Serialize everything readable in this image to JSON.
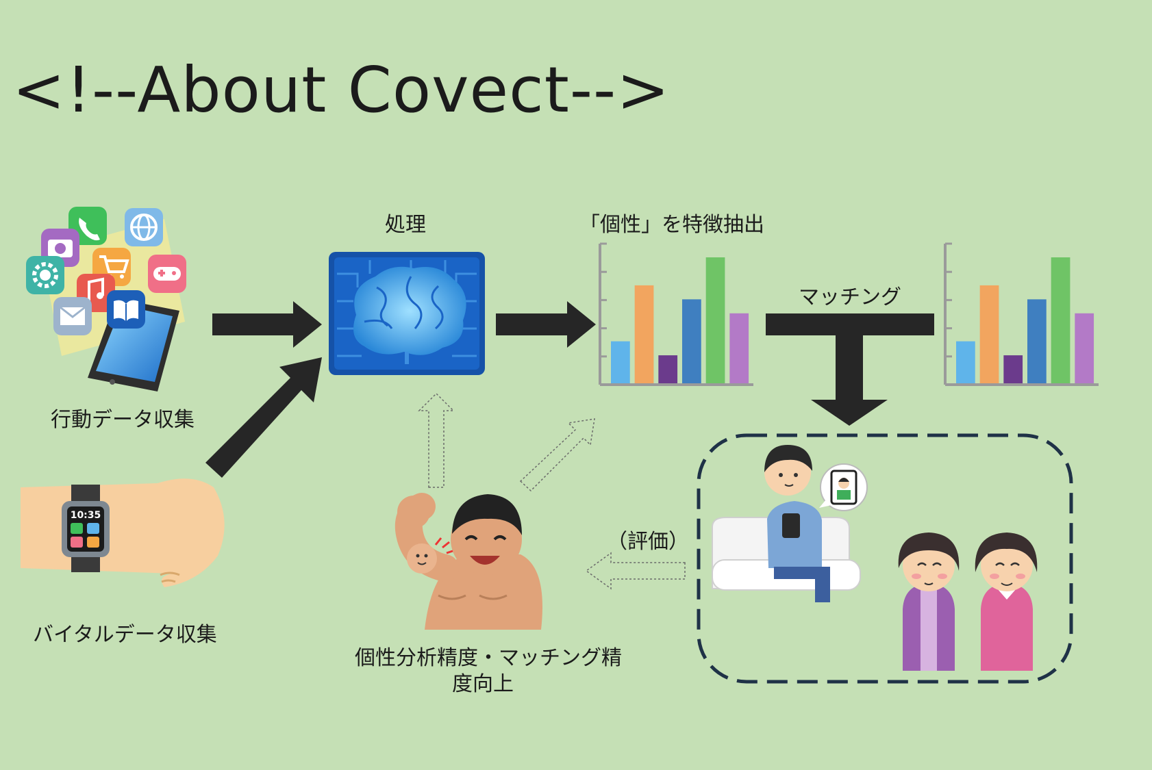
{
  "title": "<!--About Covect-->",
  "labels": {
    "processing": "処理",
    "feature_extraction": "「個性」を特徴抽出",
    "matching": "マッチング",
    "behavior_data": "行動データ収集",
    "vital_data": "バイタルデータ収集",
    "evaluation": "（評価）",
    "improvement_line1": "個性分析精度・マッチング精",
    "improvement_line2": "度向上"
  },
  "watch": {
    "time": "10:35"
  },
  "colors": {
    "background": "#c5e0b5",
    "arrow": "#262626",
    "bar_colors": [
      "#5fb4ea",
      "#f2a55f",
      "#6b3b8c",
      "#3f7fc0",
      "#6fc466",
      "#b37ac7"
    ]
  },
  "bar_charts": [
    {
      "values": [
        3,
        7,
        2,
        6,
        9,
        5
      ]
    },
    {
      "values": [
        3,
        7,
        2,
        6,
        9,
        5
      ]
    }
  ]
}
